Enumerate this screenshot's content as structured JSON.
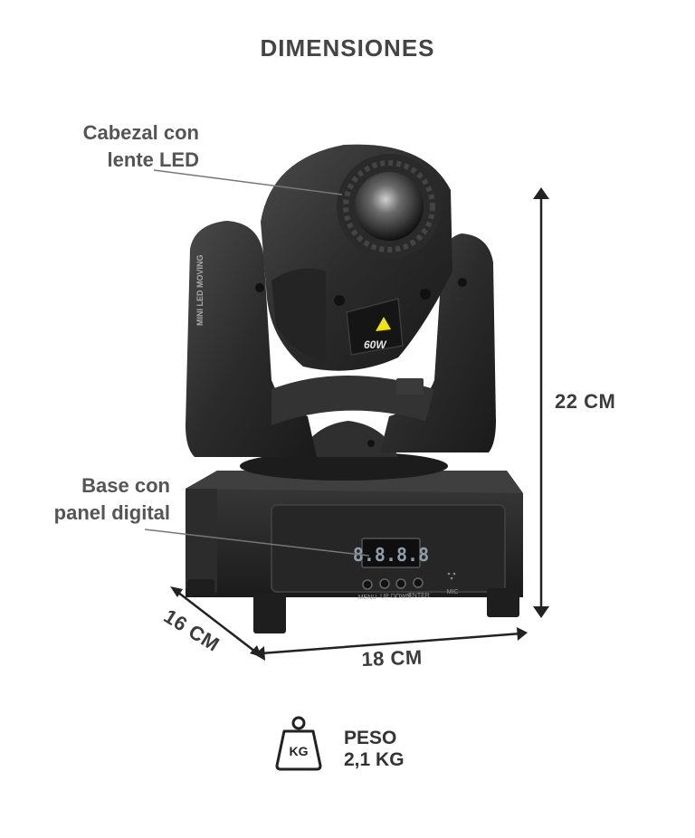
{
  "title": "DIMENSIONES",
  "callouts": {
    "head": "Cabezal con\nlente LED",
    "base": "Base con\npanel digital"
  },
  "dimensions": {
    "height": "22 CM",
    "width": "18 CM",
    "depth": "16 CM"
  },
  "product_labels": {
    "side_badge": "MINI LED MOVING",
    "power": "60W",
    "display": "8.8.8.8",
    "buttons": [
      "MENU",
      "UP",
      "DOWN",
      "ENTER"
    ],
    "mic_label": "MIC"
  },
  "weight": {
    "icon_text": "KG",
    "label_line1": "PESO",
    "label_line2": "2,1 KG"
  },
  "colors": {
    "text": "#444444",
    "body": "#2a2a2a",
    "accent_triangle": "#f2e600",
    "display_digits": "#8fa0ad"
  }
}
